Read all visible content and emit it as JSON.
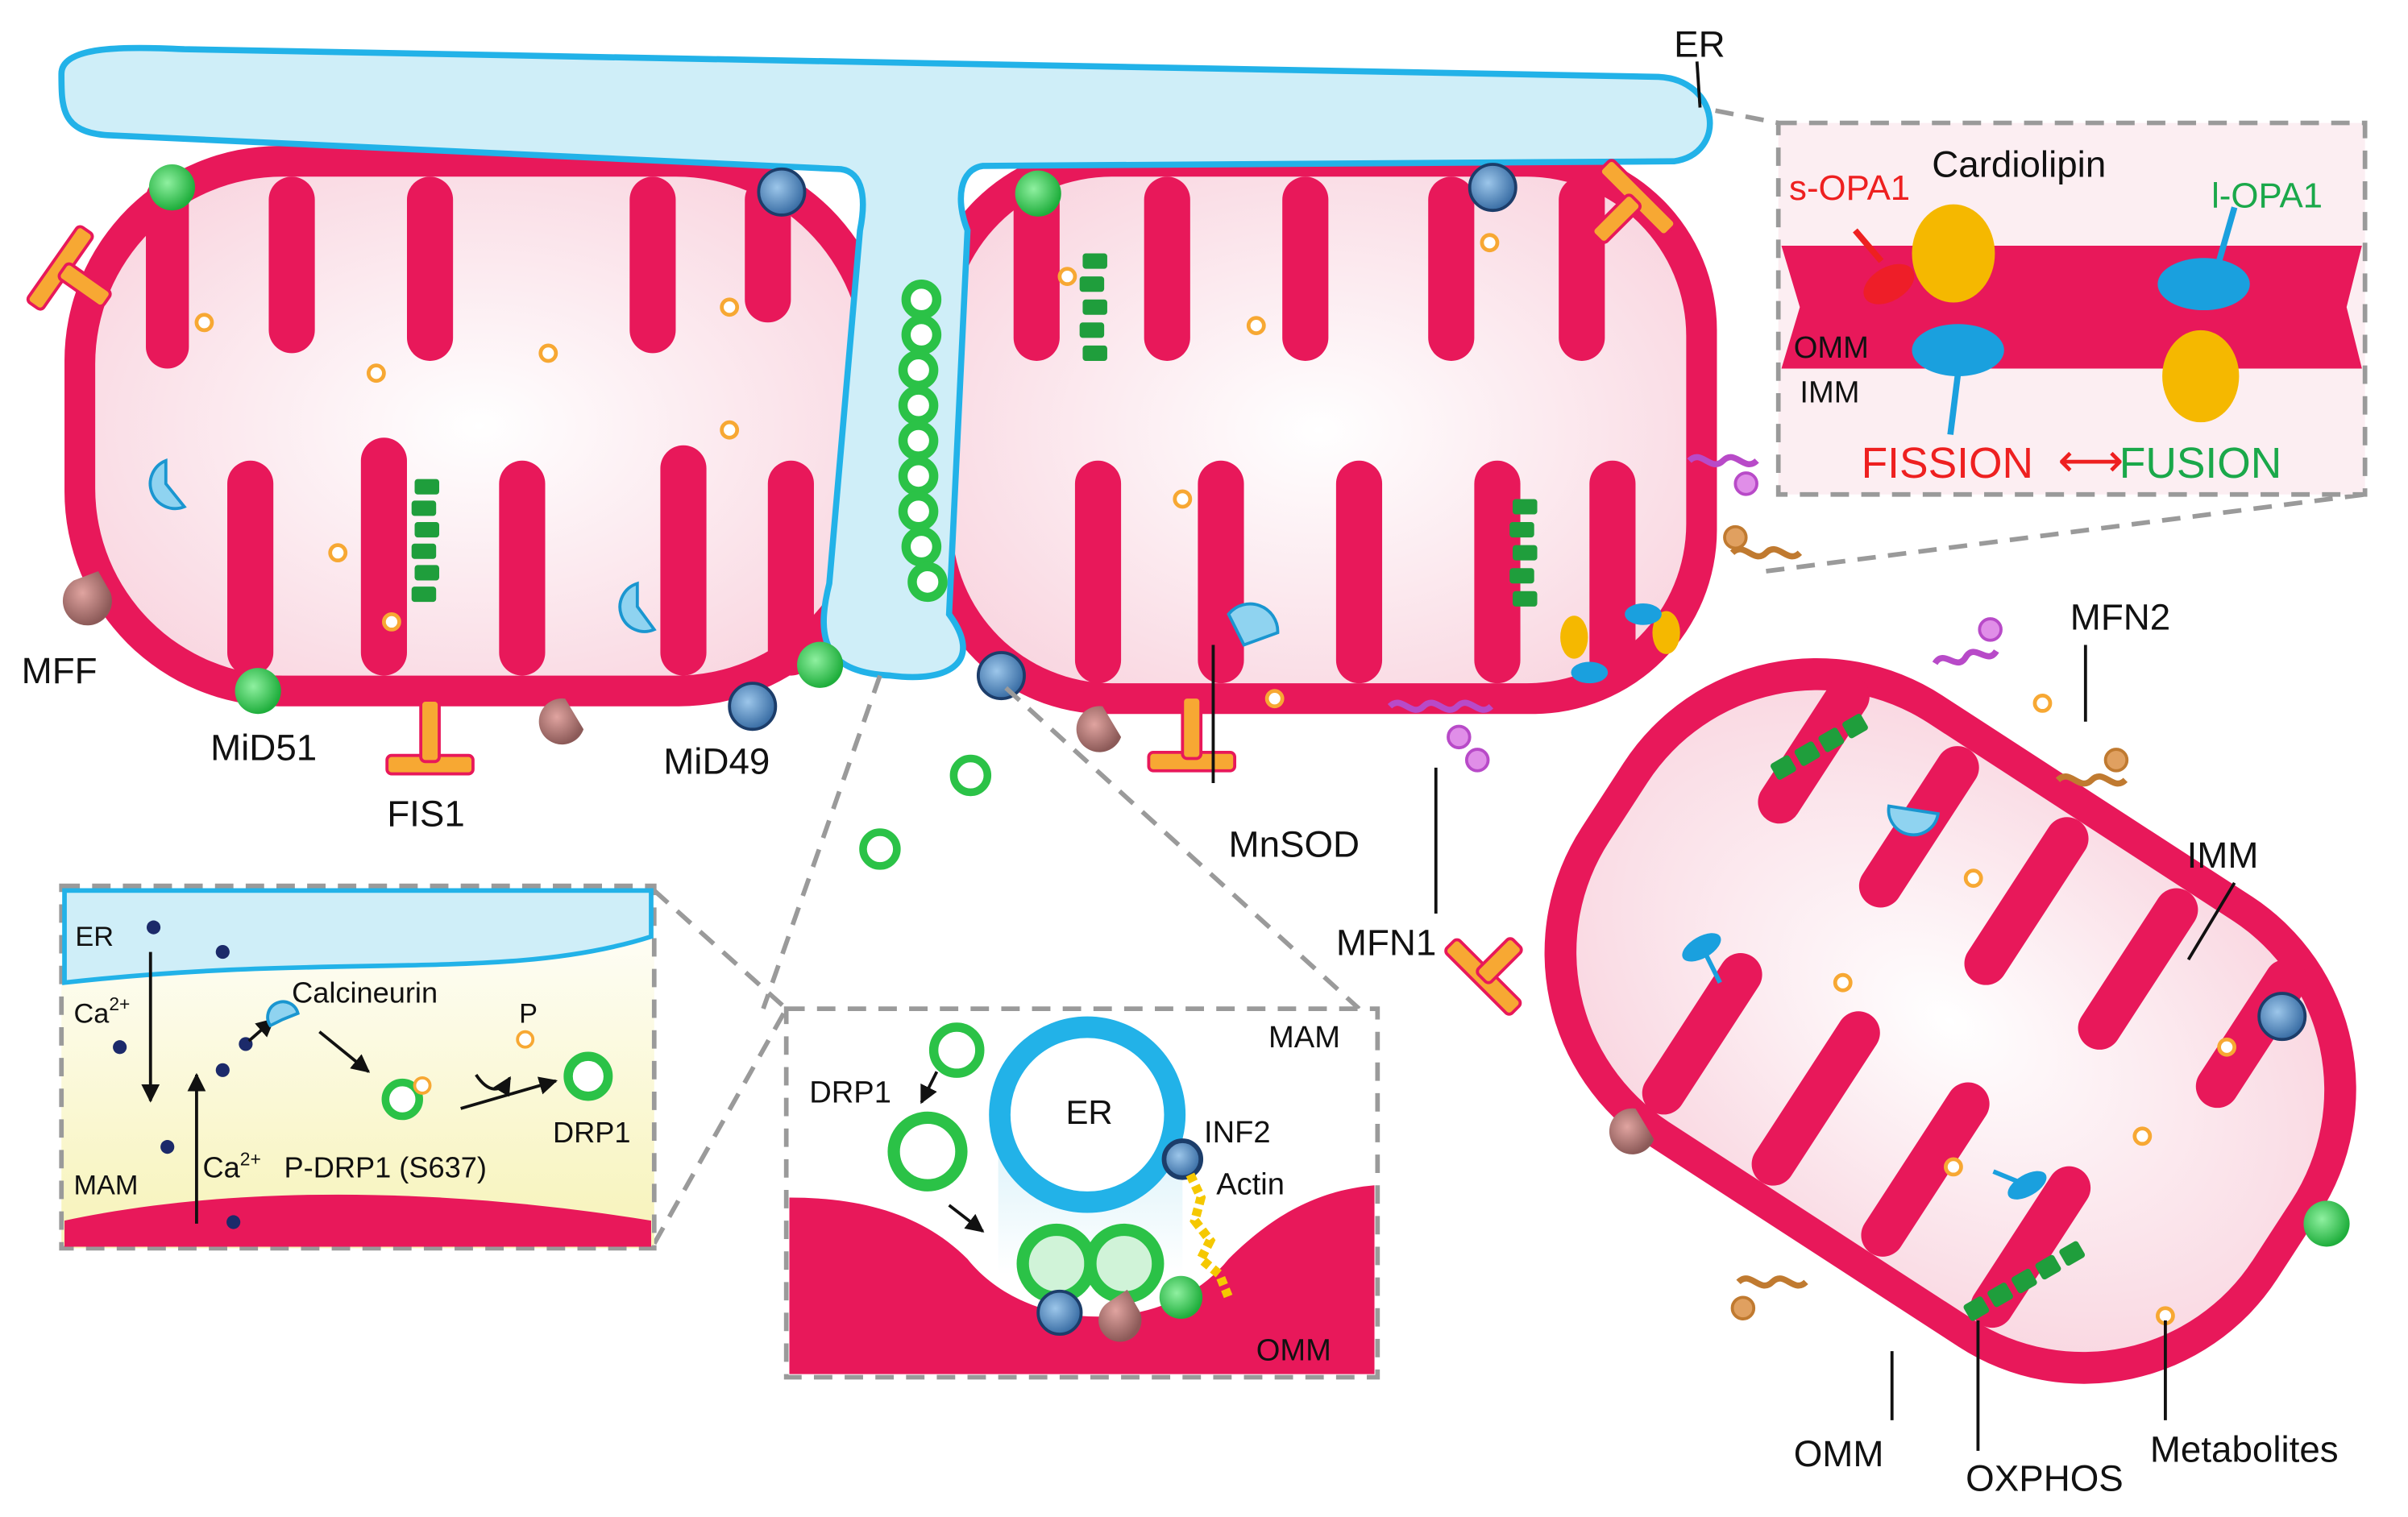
{
  "colors": {
    "membrane": "#e8185a",
    "matrix": "#fbe6ec",
    "er_fill": "#cfeef8",
    "er_stroke": "#22b2e8",
    "green_protein": "#2bc247",
    "blue_protein": "#3a6ea5",
    "orange": "#f7a833",
    "fusion_text": "#1aa84a",
    "fission_text": "#ee2020",
    "mfn1": "#b84ac8",
    "mfn2": "#c07a30",
    "mam_fill": "#fbf7cf"
  },
  "labels": {
    "er_top": "ER",
    "mff": "MFF",
    "mid51": "MiD51",
    "fis1": "FIS1",
    "mid49": "MiD49",
    "mnsod": "MnSOD",
    "mfn1": "MFN1",
    "mfn2": "MFN2",
    "imm": "IMM",
    "omm": "OMM",
    "oxphos": "OXPHOS",
    "metabolites": "Metabolites"
  },
  "opa_inset": {
    "cardiolipin": "Cardiolipin",
    "s_opa1": "s-OPA1",
    "l_opa1": "l-OPA1",
    "omm": "OMM",
    "imm": "IMM",
    "fission": "FISSION",
    "arrow": "⟷",
    "fusion": "FUSION"
  },
  "calcium_inset": {
    "er": "ER",
    "ca": "Ca",
    "ca_sup": "2+",
    "calcineurin": "Calcineurin",
    "p": "P",
    "drp1": "DRP1",
    "mam": "MAM",
    "ca2": "Ca",
    "ca2_sup": "2+",
    "p_drp1": "P-DRP1 (S637)"
  },
  "mam_inset": {
    "mam": "MAM",
    "drp1": "DRP1",
    "er": "ER",
    "inf2": "INF2",
    "actin": "Actin",
    "omm": "OMM"
  }
}
